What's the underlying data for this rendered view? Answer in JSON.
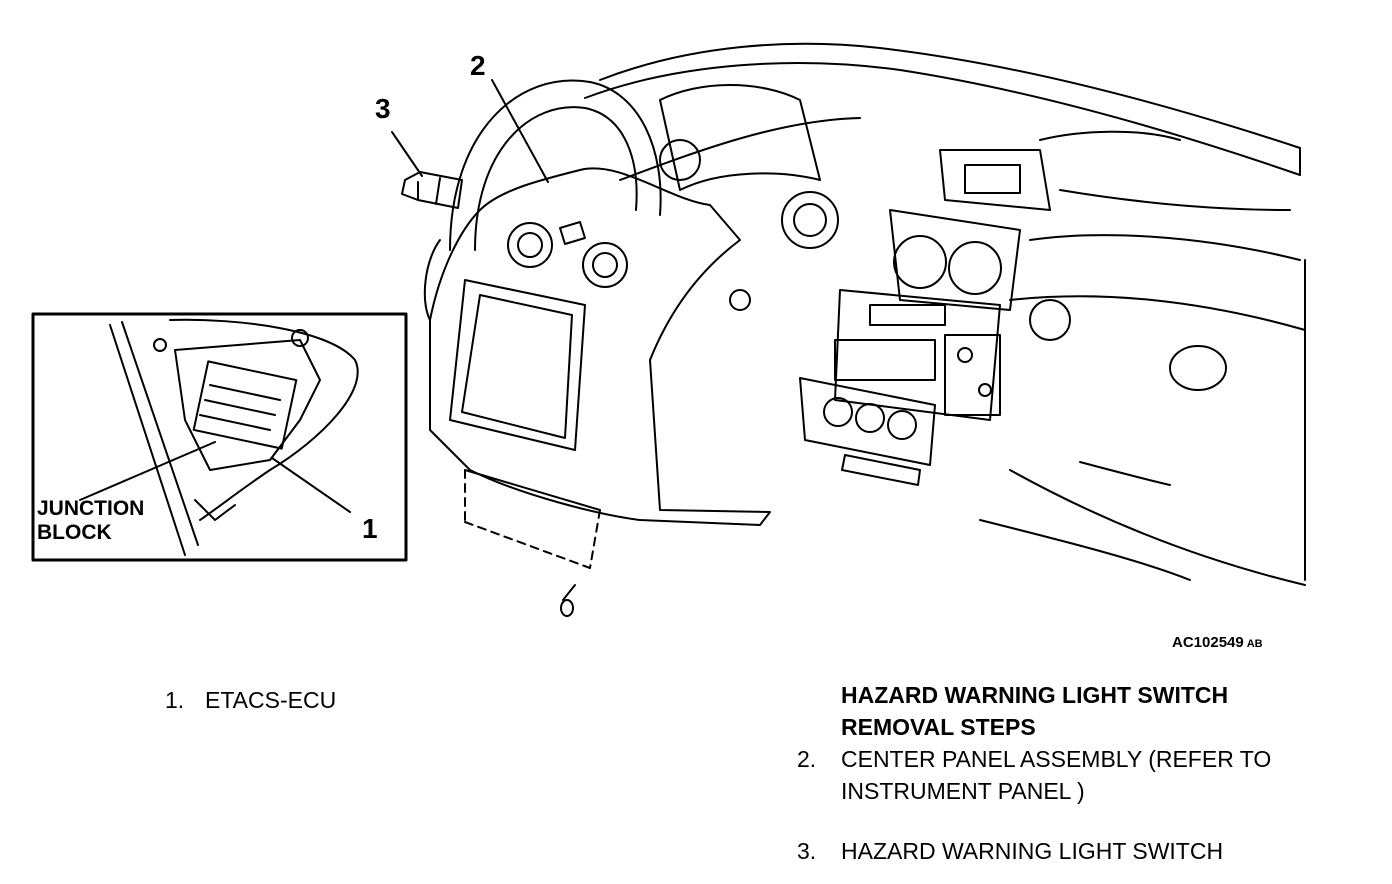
{
  "diagram": {
    "callouts": {
      "c1": "1",
      "c2": "2",
      "c3": "3"
    },
    "inset_label": [
      "JUNCTION",
      "BLOCK"
    ],
    "figure_code": "AC102549",
    "figure_code_suffix": "AB"
  },
  "legend_left": {
    "number": "1.",
    "text": "ETACS-ECU"
  },
  "removal": {
    "heading_line1": "HAZARD WARNING LIGHT SWITCH",
    "heading_line2": "REMOVAL STEPS",
    "steps": [
      {
        "number": "2.",
        "line1": "CENTER PANEL ASSEMBLY (REFER TO",
        "line2": "INSTRUMENT PANEL )"
      },
      {
        "number": "3.",
        "line1": "HAZARD WARNING LIGHT SWITCH"
      }
    ]
  }
}
